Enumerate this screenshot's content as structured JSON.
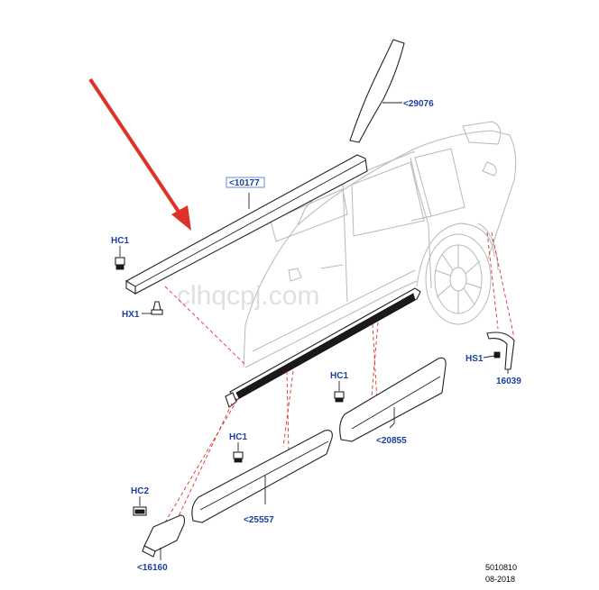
{
  "watermark": "clhqcpj.com",
  "colors": {
    "label": "#1a3fa0",
    "arrow": "#e0302a",
    "dashed_lines": "#e0302a",
    "linework": "#222222",
    "vehicle_outline": "#b8b8b8"
  },
  "labels": {
    "p29076": "<29076",
    "p10177": "<10177",
    "hc1_top": "HC1",
    "hx1": "HX1",
    "hs1": "HS1",
    "p16039": "16039",
    "hc1_right": "HC1",
    "p20855": "<20855",
    "hc1_mid": "HC1",
    "p25557": "<25557",
    "hc2": "HC2",
    "p16160": "<16160"
  },
  "footer": {
    "code": "5010810",
    "date": "08-2018"
  }
}
